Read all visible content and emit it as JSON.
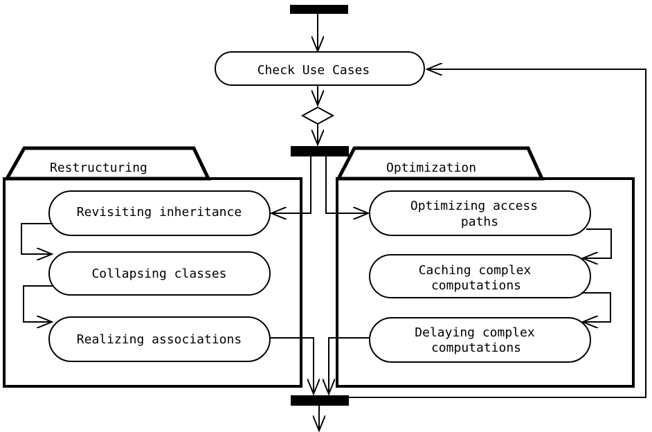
{
  "diagram": {
    "start_activity": "Check Use Cases",
    "packages": [
      {
        "title": "Restructuring",
        "activities": [
          [
            "Revisiting inheritance"
          ],
          [
            "Collapsing classes"
          ],
          [
            "Realizing associations"
          ]
        ]
      },
      {
        "title": "Optimization",
        "activities": [
          [
            "Optimizing access",
            "paths"
          ],
          [
            "Caching complex",
            "computations"
          ],
          [
            "Delaying complex",
            "computations"
          ]
        ]
      }
    ]
  }
}
